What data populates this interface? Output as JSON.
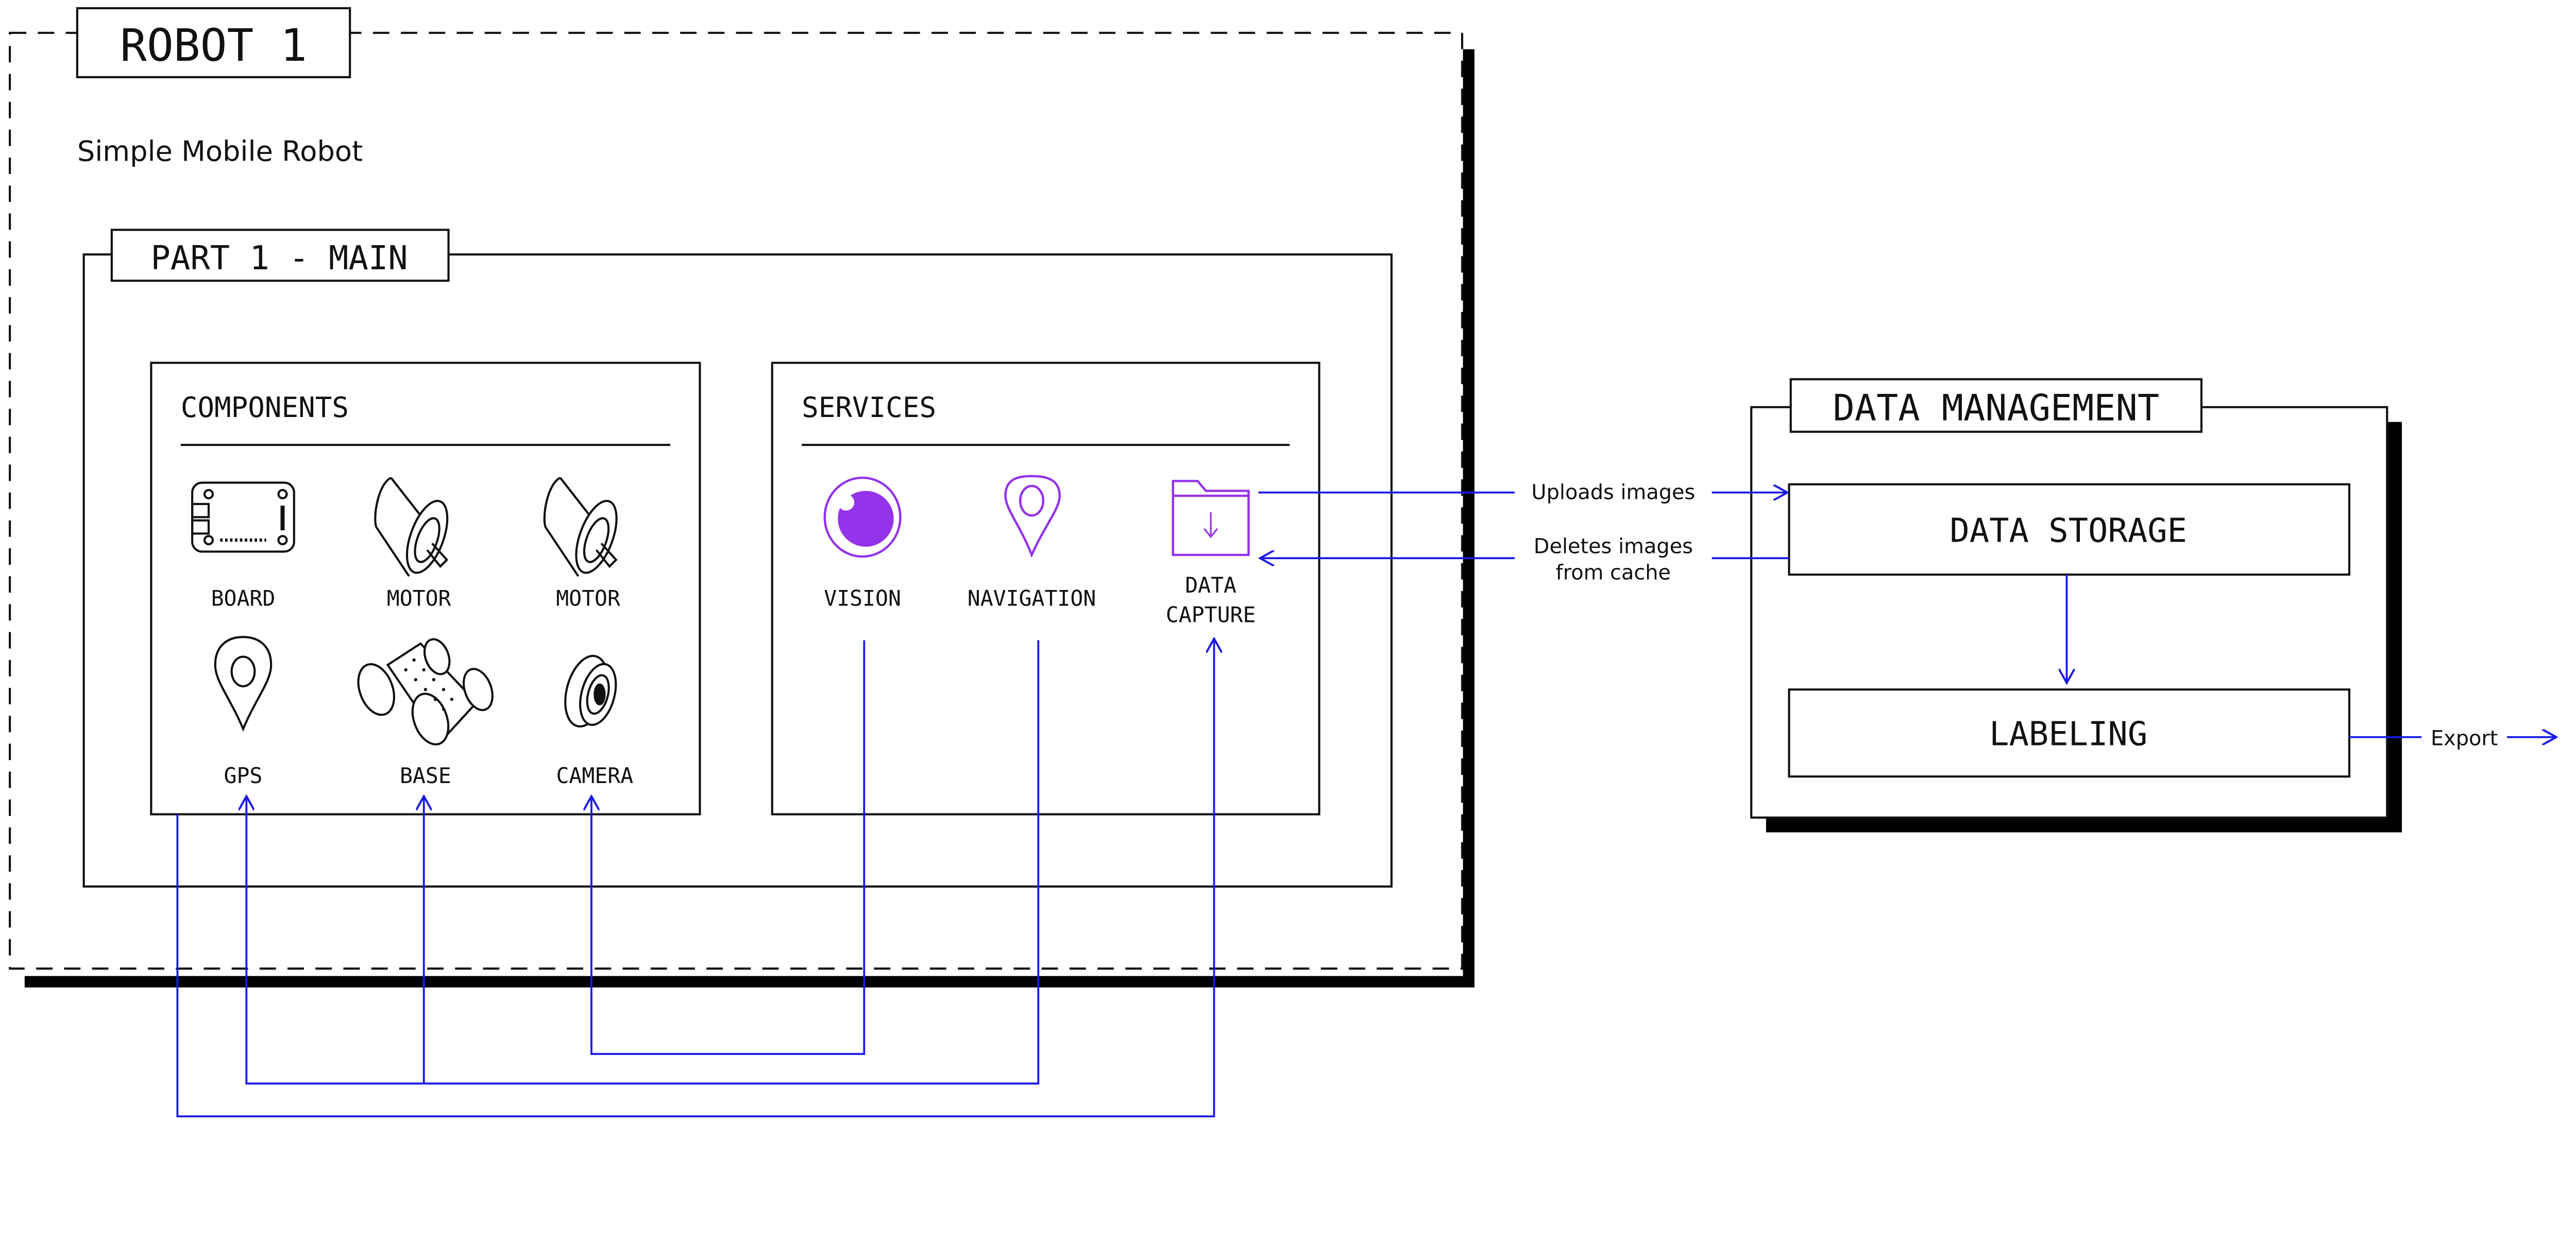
{
  "robot": {
    "title": "ROBOT 1",
    "subtitle": "Simple Mobile Robot",
    "part": {
      "title": "PART 1 - MAIN",
      "components": {
        "heading": "COMPONENTS",
        "items": [
          {
            "label": "BOARD",
            "icon": "board-icon"
          },
          {
            "label": "MOTOR",
            "icon": "motor-icon"
          },
          {
            "label": "MOTOR",
            "icon": "motor-icon"
          },
          {
            "label": "GPS",
            "icon": "gps-pin-icon"
          },
          {
            "label": "BASE",
            "icon": "rover-base-icon"
          },
          {
            "label": "CAMERA",
            "icon": "camera-icon"
          }
        ]
      },
      "services": {
        "heading": "SERVICES",
        "items": [
          {
            "label": "VISION",
            "icon": "eye-icon"
          },
          {
            "label": "NAVIGATION",
            "icon": "location-pin-icon"
          },
          {
            "label_line1": "DATA",
            "label_line2": "CAPTURE",
            "icon": "folder-download-icon"
          }
        ]
      }
    }
  },
  "data_management": {
    "title": "DATA MANAGEMENT",
    "storage": "DATA STORAGE",
    "labeling": "LABELING"
  },
  "connections": {
    "uploads": "Uploads images",
    "deletes_line1": "Deletes images",
    "deletes_line2": "from cache",
    "export": "Export"
  },
  "colors": {
    "connector": "#1a1ae6",
    "service_accent": "#9333ea",
    "outline": "#111111"
  }
}
